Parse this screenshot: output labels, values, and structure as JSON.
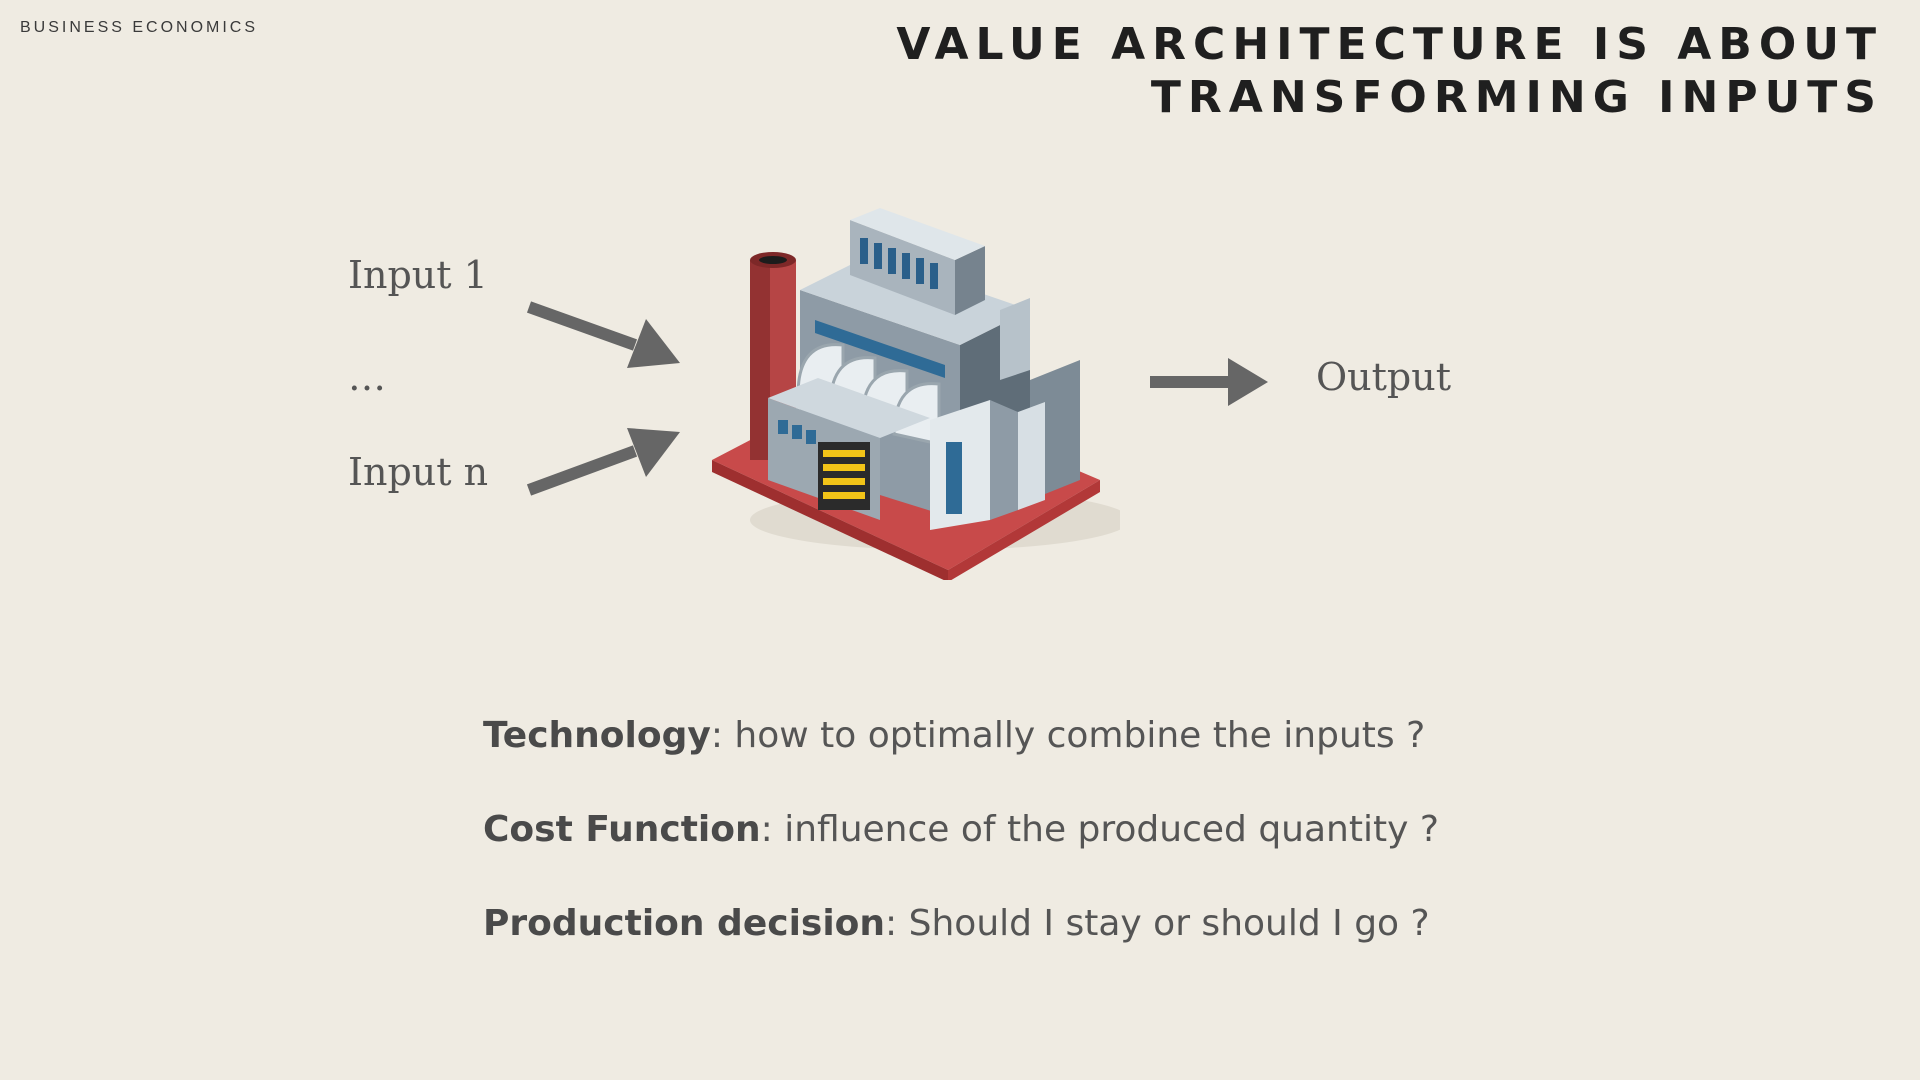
{
  "header": {
    "kicker": "BUSINESS ECONOMICS",
    "title_lines": [
      "VALUE ARCHITECTURE IS ABOUT",
      "TRANSFORMING INPUTS"
    ]
  },
  "diagram": {
    "inputs": [
      "Input 1",
      "…",
      "Input n"
    ],
    "output": "Output",
    "center_icon": "factory-icon",
    "arrow_color": "#666666"
  },
  "questions": [
    {
      "term": "Technology",
      "text": ": how to optimally combine the inputs ?"
    },
    {
      "term": "Cost Function",
      "text": ": influence of the produced quantity ?"
    },
    {
      "term": "Production decision",
      "text": ": Should I stay or should I go ?"
    }
  ],
  "colors": {
    "background": "#efebe2",
    "title": "#1f1f1f",
    "body_text": "#555555"
  }
}
